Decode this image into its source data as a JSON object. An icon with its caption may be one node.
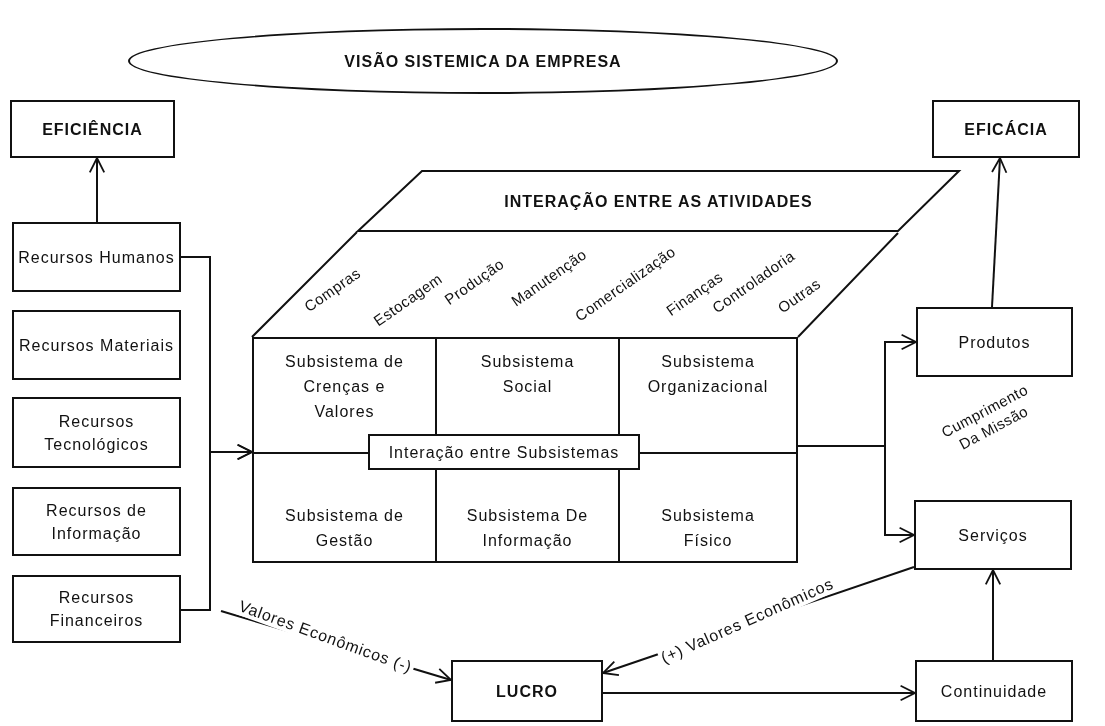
{
  "diagram": {
    "nodes": [
      {
        "text": [
          "VISÃO SISTEMICA DA EMPRESA"
        ]
      },
      {
        "text": [
          "EFICIÊNCIA"
        ]
      },
      {
        "text": [
          "Recursos Humanos"
        ]
      },
      {
        "text": [
          "Recursos Materiais"
        ]
      },
      {
        "text": [
          "Recursos Tecnológicos"
        ]
      },
      {
        "text": [
          "Recursos de Informação"
        ]
      },
      {
        "text": [
          "Recursos Financeiros"
        ]
      },
      {
        "text": [
          "EFICÁCIA"
        ]
      },
      {
        "text": [
          "INTERAÇÃO ENTRE AS ATIVIDADES"
        ]
      },
      {
        "text": [],
        "shape": "box"
      },
      {
        "text": [
          "Subsistema de Crenças e Valores"
        ],
        "in": 9
      },
      {
        "text": [
          "Subsistema Social"
        ],
        "in": 9
      },
      {
        "text": [
          "Subsistema Organizacional"
        ],
        "in": 9
      },
      {
        "text": [
          "Subsistema de Gestão"
        ],
        "in": 9
      },
      {
        "text": [
          "Subsistema De Informação"
        ],
        "in": 9
      },
      {
        "text": [
          "Subsistema Físico"
        ],
        "in": 9
      },
      {
        "text": [
          "Interação entre Subsistemas"
        ],
        "in": 9
      },
      {
        "text": [
          "Produtos"
        ]
      },
      {
        "text": [
          "Serviços"
        ]
      },
      {
        "text": [
          "LUCRO"
        ]
      },
      {
        "text": [
          "Continuidade"
        ]
      }
    ],
    "edges": [
      {
        "from": 2,
        "to": 1,
        "arrow": "to"
      },
      {
        "from": 2,
        "to": 9,
        "arrow": "to"
      },
      {
        "from": 6,
        "to": 9,
        "arrow": "to"
      },
      {
        "from": 9,
        "to": 17,
        "arrow": "to"
      },
      {
        "from": 9,
        "to": 18,
        "arrow": "to"
      },
      {
        "from": 17,
        "to": 7,
        "arrow": "to"
      },
      {
        "from": null,
        "to": 19,
        "arrow": "to",
        "label": "Valores Econômicos (-)"
      },
      {
        "from": 18,
        "to": 19,
        "arrow": "to",
        "label": "(+) Valores Econômicos"
      },
      {
        "from": 19,
        "to": 20,
        "arrow": "to"
      },
      {
        "from": 20,
        "to": 18,
        "arrow": "to"
      }
    ],
    "labels": [
      "Compras",
      "Estocagem",
      "Produção",
      "Manutenção",
      "Comercialização",
      "Finanças",
      "Controladoria",
      "Outras",
      "Cumprimento Da Missão"
    ]
  }
}
